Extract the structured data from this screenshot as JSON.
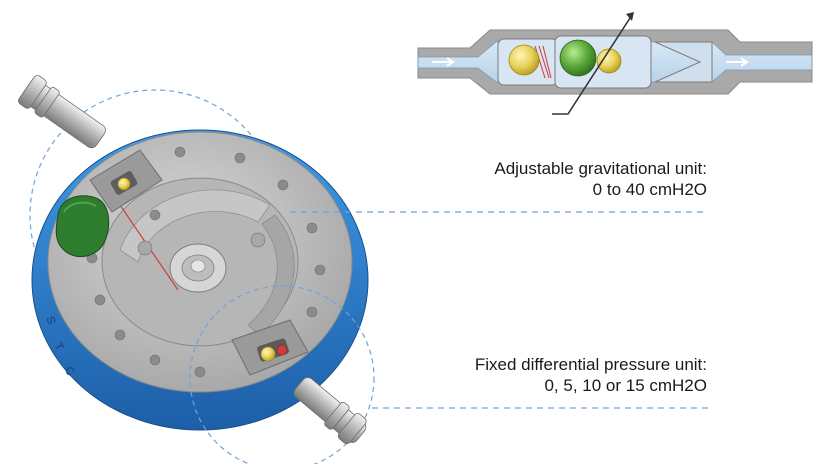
{
  "labels": {
    "gravitational": {
      "title": "Adjustable gravitational unit:",
      "range": "0 to 40 cmH2O"
    },
    "differential": {
      "title": "Fixed differential pressure unit:",
      "range": "0, 5, 10 or 15 cmH2O"
    }
  },
  "colors": {
    "housing_blue": "#2f86d8",
    "housing_blue_dark": "#1f5fa8",
    "body_gray": "#c9c9c9",
    "ball_yellow": "#e8d25a",
    "ball_green": "#5aa83a",
    "dark_green": "#1f6b1f",
    "leader_line": "#6fa3d6"
  }
}
